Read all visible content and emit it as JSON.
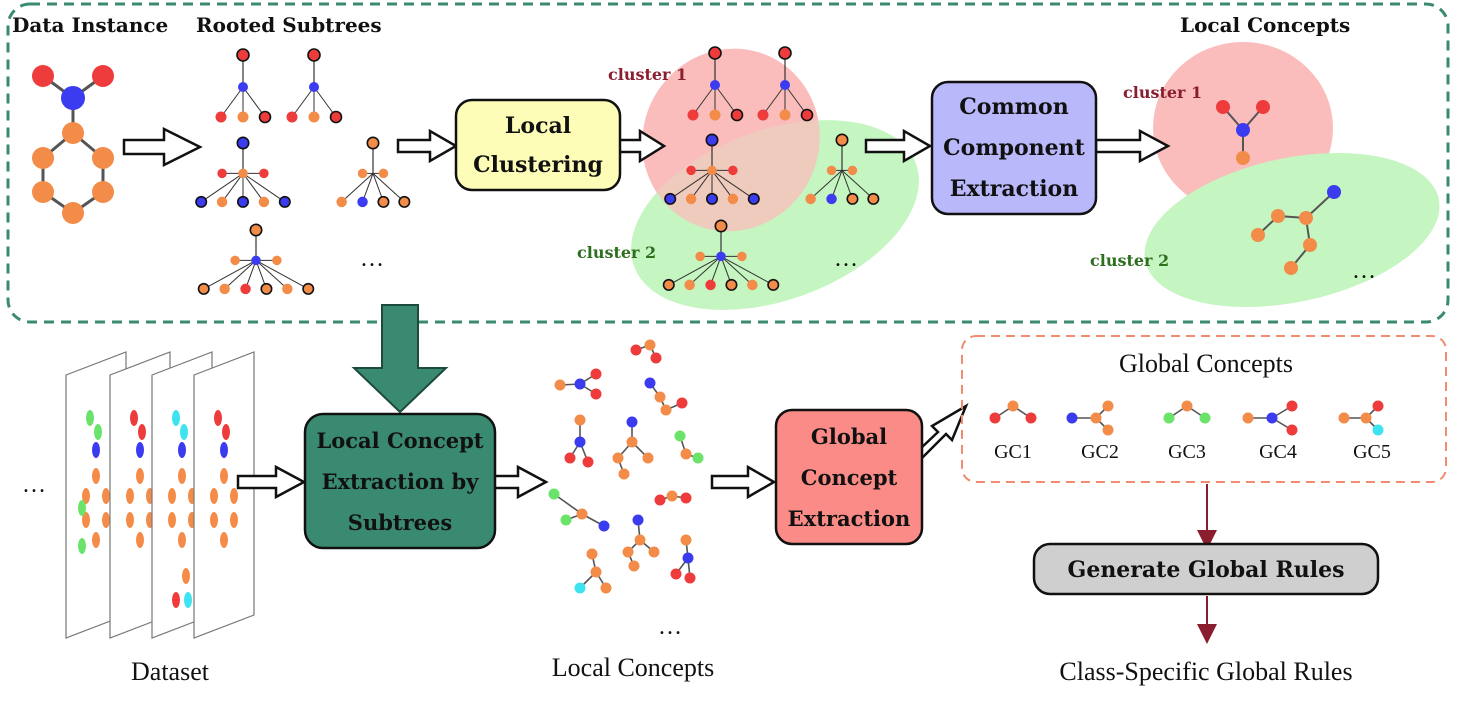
{
  "top": {
    "data_instance_label": "Data Instance",
    "rooted_subtrees_label": "Rooted Subtrees",
    "local_concepts_label": "Local Concepts",
    "local_clustering": [
      "Local",
      "Clustering"
    ],
    "common_component_extraction": [
      "Common",
      "Component",
      "Extraction"
    ],
    "cluster1_label": "cluster 1",
    "cluster2_label": "cluster 2",
    "ellipsis": "…"
  },
  "bottom": {
    "dataset_label": "Dataset",
    "local_concept_extraction": [
      "Local Concept",
      "Extraction by",
      "Subtrees"
    ],
    "local_concepts_label": "Local Concepts",
    "global_concept_extraction": [
      "Global",
      "Concept",
      "Extraction"
    ],
    "global_concepts_title": "Global Concepts",
    "global_concepts": [
      "GC1",
      "GC2",
      "GC3",
      "GC4",
      "GC5"
    ],
    "generate_global_rules": "Generate Global Rules",
    "class_specific_rules": "Class-Specific Global Rules",
    "ellipsis": "…"
  },
  "colors": {
    "orange": "#f28c48",
    "red": "#ee3c3c",
    "blue": "#3b3bf0",
    "green": "#6be36b",
    "cyan": "#3ee3f0",
    "teal": "#3a8a72",
    "dashed_green": "#3a8a72",
    "dashed_red": "#f28c70",
    "yellow_box": "#fdfdb8",
    "purple_box": "#b8b8fb",
    "red_box": "#fb8b86",
    "gray_box": "#cfcfcf",
    "cluster_red": "#fbbcbc",
    "cluster_green": "#c5f5c0",
    "dark_red": "#8b1e2e",
    "dark_green": "#2e6e1f"
  }
}
